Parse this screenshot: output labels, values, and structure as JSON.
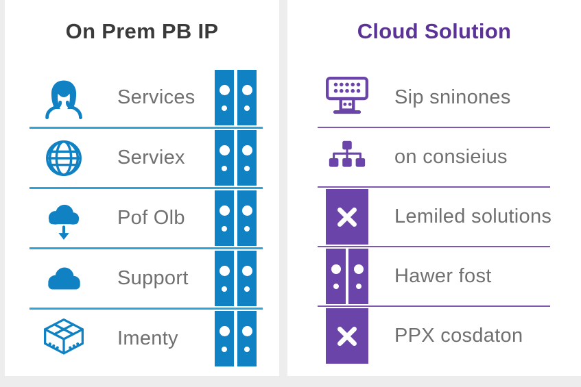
{
  "colors": {
    "blue": "#1082c4",
    "blue_line": "#2da3d8",
    "purple": "#6a44a8",
    "purple_line": "#7e57b0",
    "purple_title": "#5b3397",
    "left_title": "#3a3a3a",
    "label": "#707070",
    "background": "#ededed",
    "panel": "#ffffff"
  },
  "left_panel": {
    "title": "On Prem PB IP",
    "rows": [
      {
        "icon": "person-icon",
        "label": "Services",
        "marker": "double-server-rack"
      },
      {
        "icon": "globe-icon",
        "label": "Serviex",
        "marker": "double-server-rack"
      },
      {
        "icon": "cloud-download-icon",
        "label": "Pof Olb",
        "marker": "double-server-rack"
      },
      {
        "icon": "cloud-icon",
        "label": "Support",
        "marker": "double-server-rack"
      },
      {
        "icon": "cube-box-icon",
        "label": "Imenty",
        "marker": "double-server-rack"
      }
    ]
  },
  "right_panel": {
    "title": "Cloud Solution",
    "rows": [
      {
        "icon": "signboard-icon",
        "label": "Sip sninones",
        "marker": "none"
      },
      {
        "icon": "hierarchy-icon",
        "label": "on consieius",
        "marker": "none"
      },
      {
        "icon": "x-mark-icon",
        "label": "Lemiled solutions",
        "marker": "x-block"
      },
      {
        "icon": "double-server-rack-icon",
        "label": "Hawer fost",
        "marker": "rack-block"
      },
      {
        "icon": "x-mark-icon",
        "label": "PPX cosdaton",
        "marker": "x-block"
      }
    ]
  }
}
